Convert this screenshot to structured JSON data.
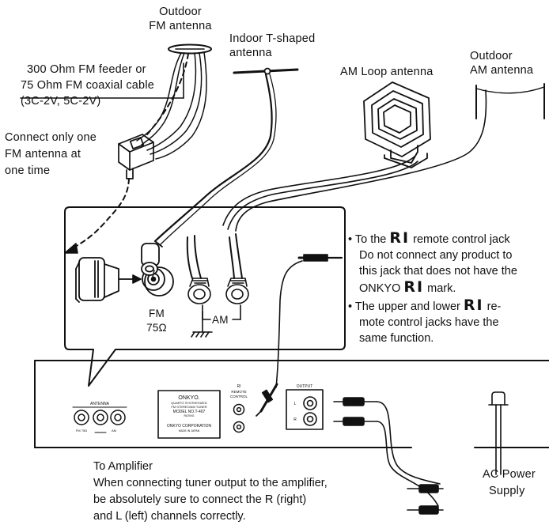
{
  "labels": {
    "outdoor_fm": [
      "Outdoor",
      "FM antenna"
    ],
    "indoor_t": [
      "Indoor T-shaped",
      "antenna"
    ],
    "am_loop": "AM Loop antenna",
    "outdoor_am": [
      "Outdoor",
      "AM antenna"
    ],
    "feeder": [
      "300 Ohm FM feeder or",
      "75 Ohm FM coaxial cable",
      "(3C-2V, 5C-2V)"
    ],
    "connect_one": [
      "Connect only one",
      "FM antenna at",
      "one time"
    ],
    "fm_jack": [
      "FM",
      "75Ω"
    ],
    "am_jack": "AM",
    "ac_power": [
      "AC Power",
      "Supply"
    ]
  },
  "notes": {
    "bullet": "•",
    "ri_mark": "RI",
    "note1": {
      "a": "To the",
      "b": "remote control jack",
      "l2": "Do not connect any product to",
      "l3": "this jack that does not have the",
      "l4a": "ONKYO",
      "l4b": "mark."
    },
    "note2": {
      "a": "The upper and lower",
      "b": "re-",
      "l2": "mote control jacks have the",
      "l3": "same function."
    }
  },
  "amplifier": {
    "title": "To Amplifier",
    "lines": [
      "When connecting tuner output to the amplifier,",
      "be absolutely sure to connect the R (right)",
      "and L (left) channels correctly."
    ]
  },
  "panel": {
    "antenna_label": "ANTENNA",
    "fm_small": "FM 75Ω",
    "am_small": "AM",
    "ri_small": "RI",
    "remote_control": [
      "REMOTE",
      "CONTROL"
    ],
    "output": "OUTPUT",
    "l": "L",
    "r": "R",
    "nameplate": [
      "ONKYO.",
      "QUARTZ SYNTHESIZED",
      "FM STEREO/AM TUNER",
      "MODEL NO.T-407",
      "RATING",
      "ONKYO CORPORATION",
      "MADE IN JAPAN"
    ]
  }
}
